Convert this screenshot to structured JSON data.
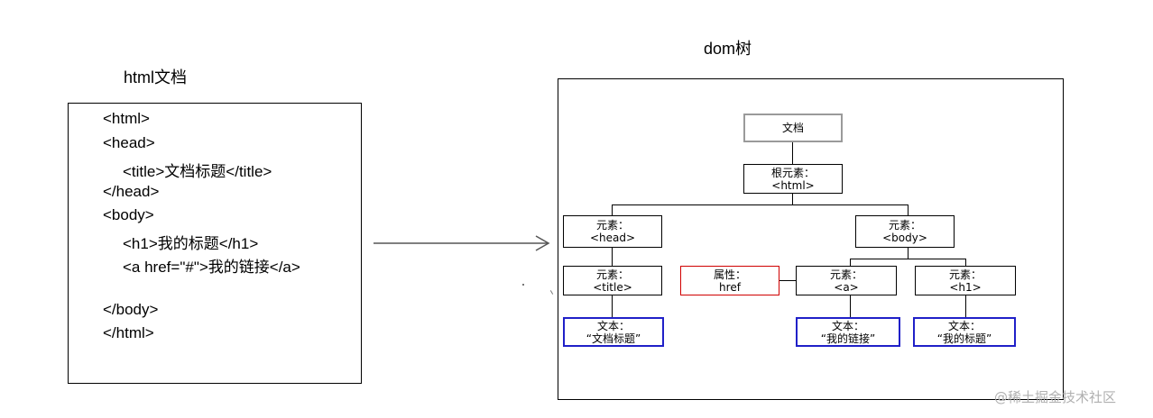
{
  "left_panel": {
    "title": "html文档",
    "code_lines": [
      "<html>",
      "<head>",
      "<title>文档标题</title>",
      "</head>",
      "<body>",
      "<h1>我的标题</h1>",
      "<a href=\"#\">我的链接</a>",
      "</body>",
      "</html>"
    ]
  },
  "right_panel": {
    "title": "dom树",
    "nodes": {
      "document": {
        "line1": "文档"
      },
      "root": {
        "line1": "根元素：",
        "line2": "<html>"
      },
      "head": {
        "line1": "元素：",
        "line2": "<head>"
      },
      "body": {
        "line1": "元素：",
        "line2": "<body>"
      },
      "title": {
        "line1": "元素：",
        "line2": "<title>"
      },
      "attr": {
        "line1": "属性：",
        "line2": "href"
      },
      "a": {
        "line1": "元素：",
        "line2": "<a>"
      },
      "h1": {
        "line1": "元素：",
        "line2": "<h1>"
      },
      "text_title": {
        "line1": "文本：",
        "line2": "“文档标题”"
      },
      "text_link": {
        "line1": "文本：",
        "line2": "“我的链接”"
      },
      "text_h1": {
        "line1": "文本：",
        "line2": "“我的标题”"
      }
    },
    "colors": {
      "document_border": "#9a9a9a",
      "attribute_border": "#d00000",
      "text_border": "#2020c8"
    }
  },
  "watermark": "@稀土掘金技术社区"
}
